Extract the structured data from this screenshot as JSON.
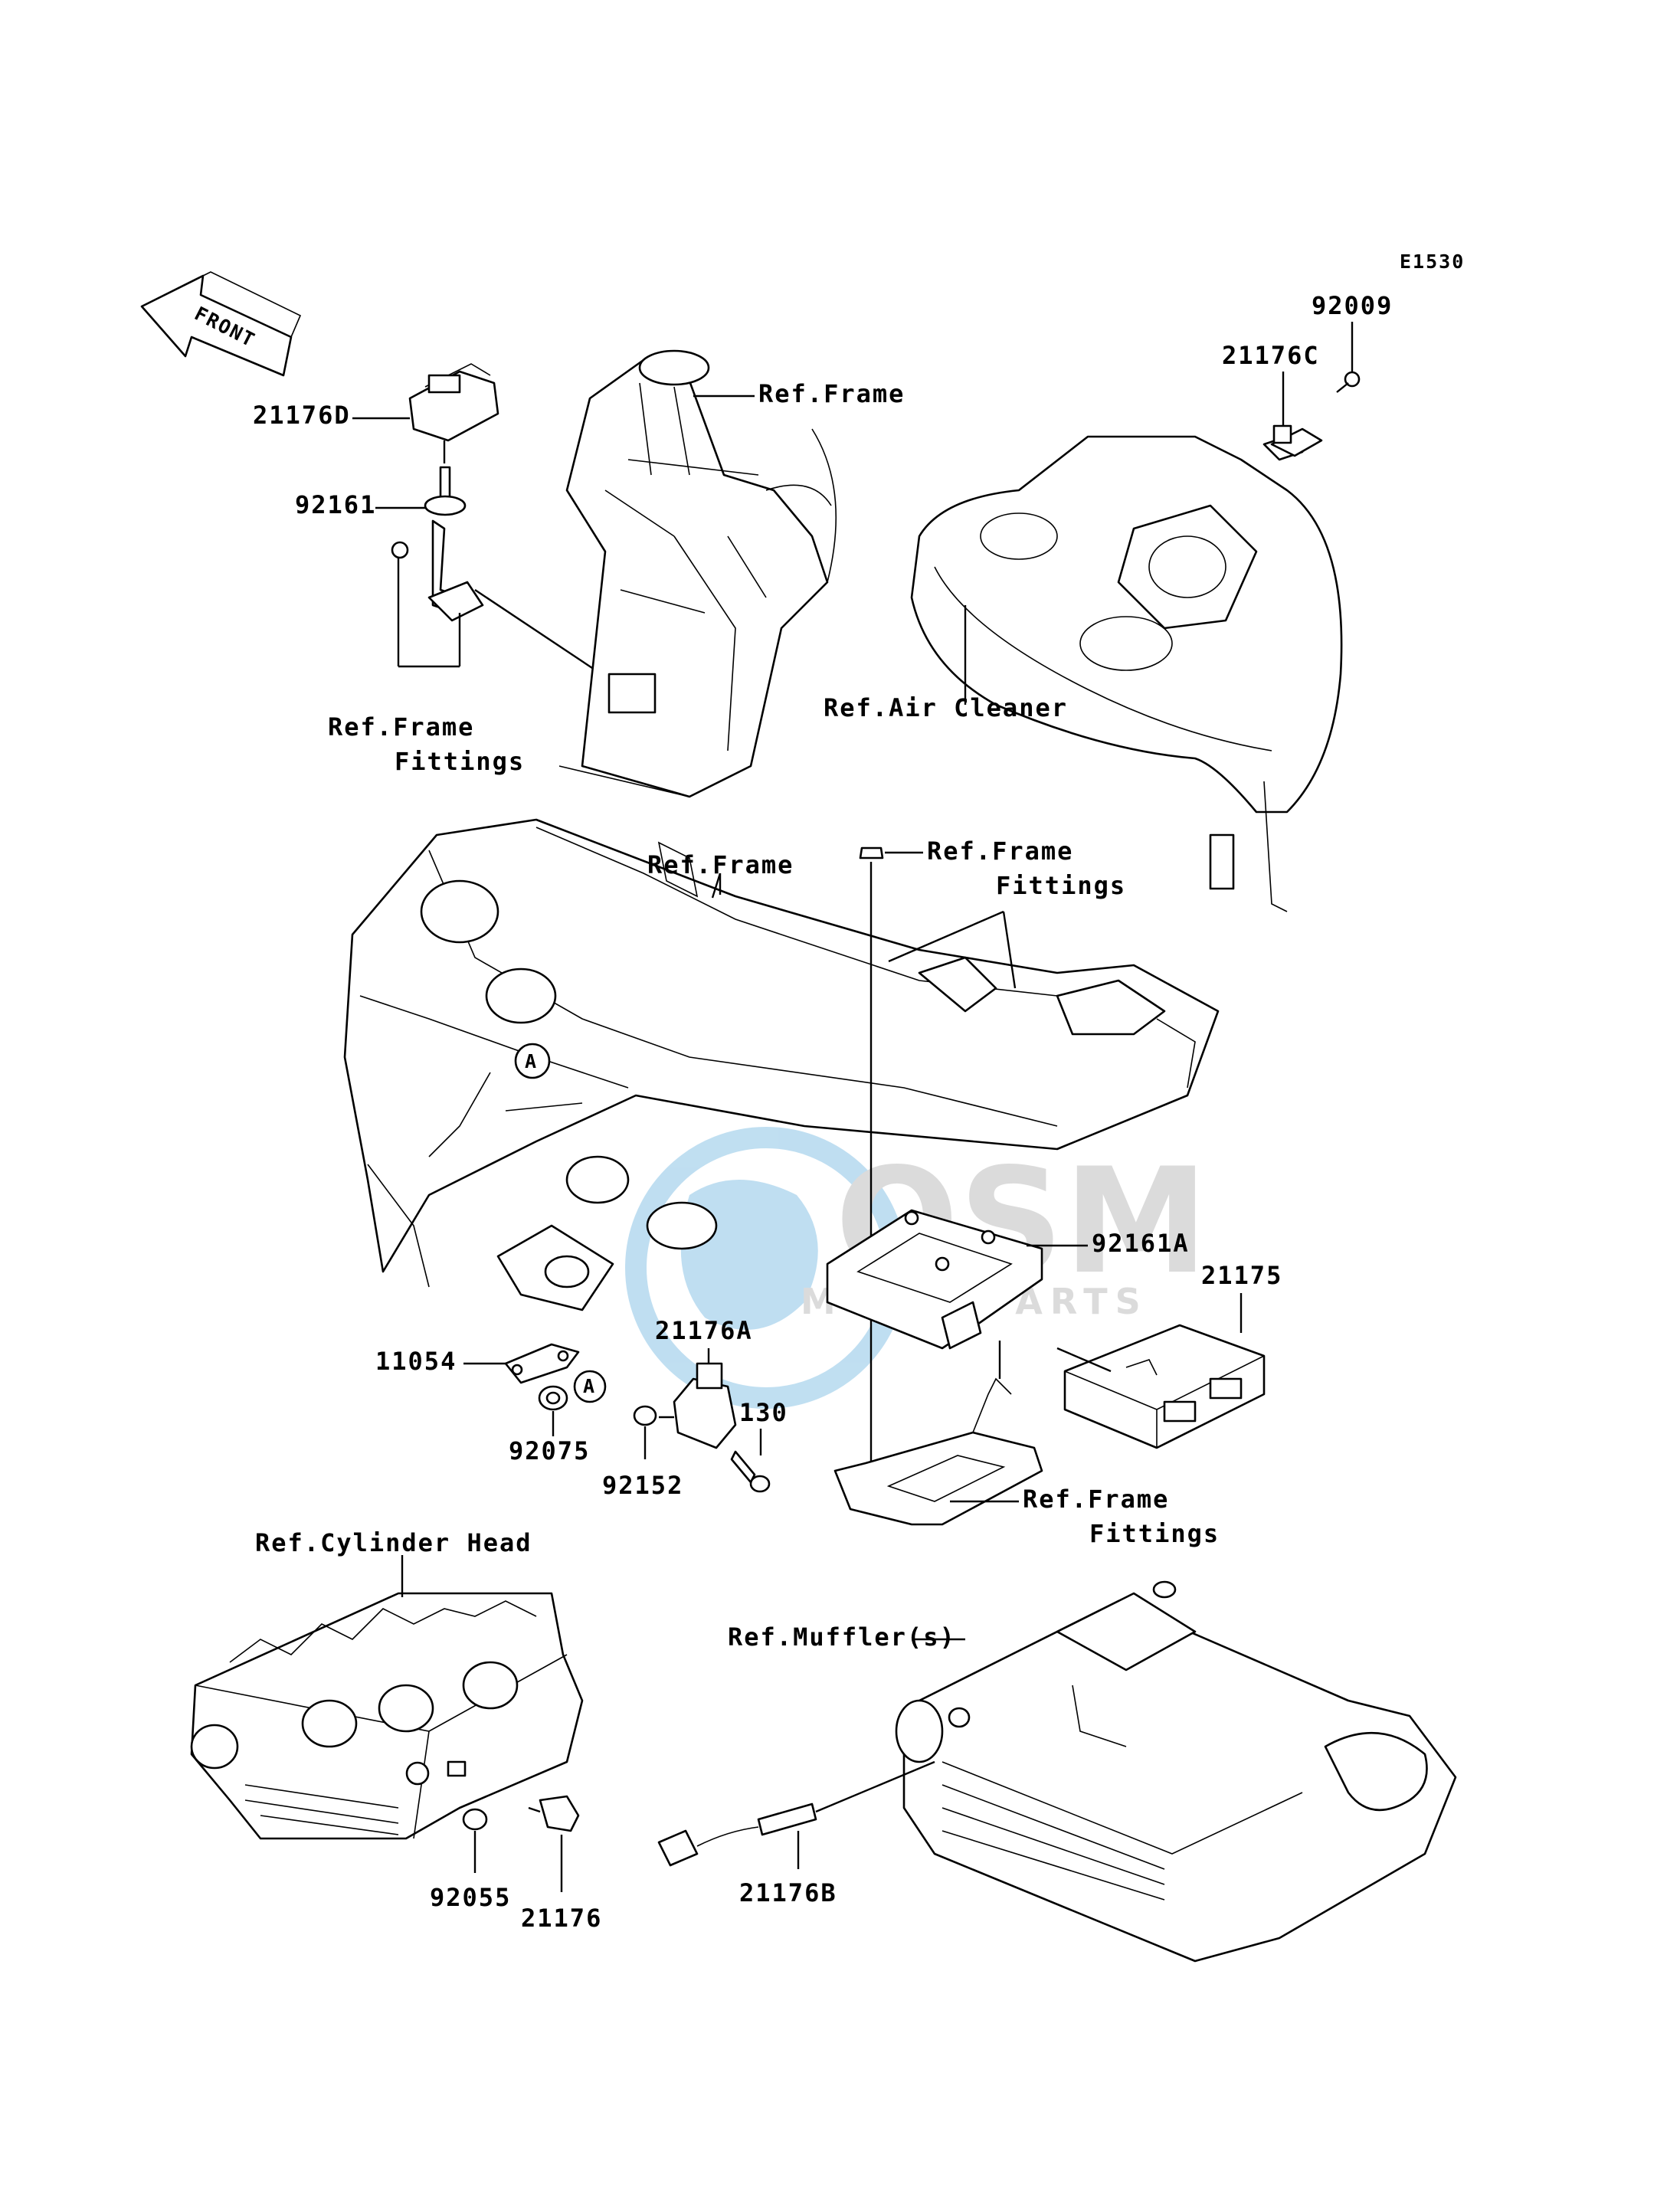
{
  "diagram_code": "E1530",
  "front_label": "FRONT",
  "callout_marker": "A",
  "watermark": {
    "brand": "OSM",
    "sub": "MOTORPARTS"
  },
  "labels": {
    "p21176D": "21176D",
    "p92161": "92161",
    "ref_frame_fittings_1": [
      "Ref.Frame",
      "Fittings"
    ],
    "ref_frame_top": "Ref.Frame",
    "p21176C": "21176C",
    "p92009": "92009",
    "ref_air_cleaner": "Ref.Air Cleaner",
    "ref_frame_mid": "Ref.Frame",
    "ref_frame_fittings_2": [
      "Ref.Frame",
      "Fittings"
    ],
    "p92161A": "92161A",
    "p21175": "21175",
    "p11054": "11054",
    "p21176A": "21176A",
    "p130": "130",
    "p92075": "92075",
    "p92152": "92152",
    "ref_frame_fittings_3": [
      "Ref.Frame",
      "Fittings"
    ],
    "ref_cylinder_head": "Ref.Cylinder Head",
    "ref_mufflers": "Ref.Muffler(s)",
    "p92055": "92055",
    "p21176": "21176",
    "p21176B": "21176B"
  }
}
